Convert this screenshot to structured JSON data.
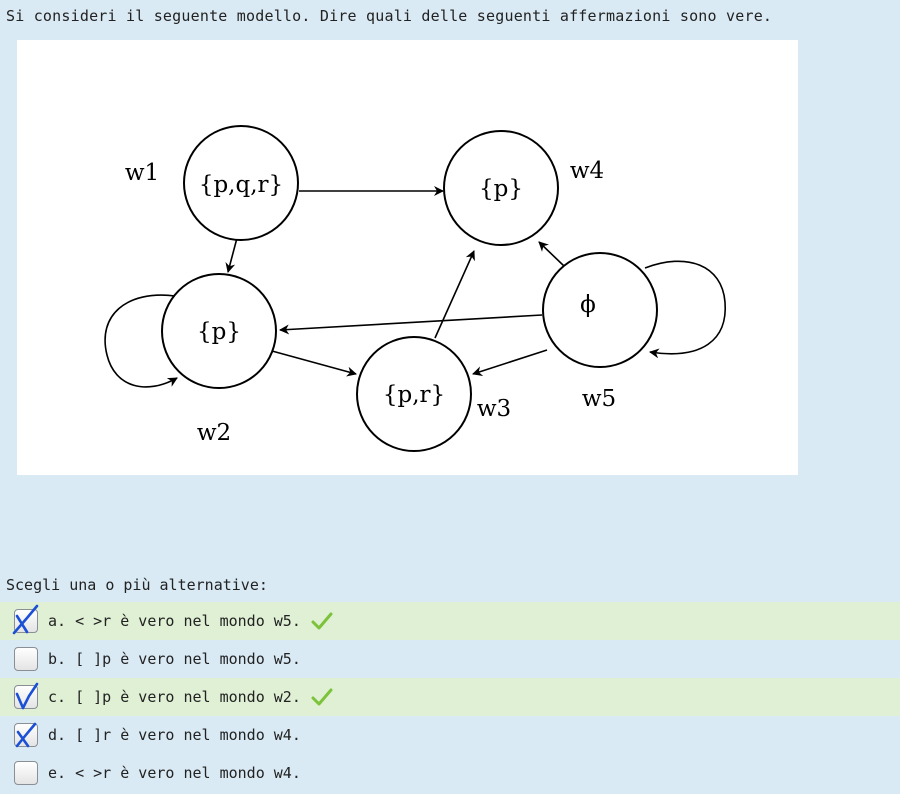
{
  "question": {
    "text": "Si consideri il seguente modello. Dire quali delle seguenti affermazioni sono vere."
  },
  "diagram": {
    "worlds": [
      {
        "name": "w1",
        "label": "{p,q,r}"
      },
      {
        "name": "w2",
        "label": "{p}"
      },
      {
        "name": "w3",
        "label": "{p,r}"
      },
      {
        "name": "w4",
        "label": "{p}"
      },
      {
        "name": "w5",
        "label": "ϕ"
      }
    ],
    "edges": [
      [
        "w1",
        "w4"
      ],
      [
        "w1",
        "w2"
      ],
      [
        "w2",
        "w2"
      ],
      [
        "w2",
        "w3"
      ],
      [
        "w3",
        "w4"
      ],
      [
        "w5",
        "w4"
      ],
      [
        "w5",
        "w2"
      ],
      [
        "w5",
        "w3"
      ],
      [
        "w5",
        "w5"
      ]
    ]
  },
  "prompt": "Scegli una o più alternative:",
  "answers": [
    {
      "label": "a. < >r è vero nel mondo w5.",
      "checked": true,
      "correct": true
    },
    {
      "label": "b. [ ]p è vero nel mondo w5.",
      "checked": false,
      "correct": false
    },
    {
      "label": "c. [ ]p è vero nel mondo w2.",
      "checked": true,
      "correct": true
    },
    {
      "label": "d. [ ]r è vero nel mondo w4.",
      "checked": true,
      "correct": false
    },
    {
      "label": "e. < >r è vero nel mondo w4.",
      "checked": false,
      "correct": false
    }
  ],
  "colors": {
    "background": "#d9eaf4",
    "correct_row": "#dff0d4",
    "check_mark": "#1a4fd6",
    "tick": "#7cc23a"
  }
}
